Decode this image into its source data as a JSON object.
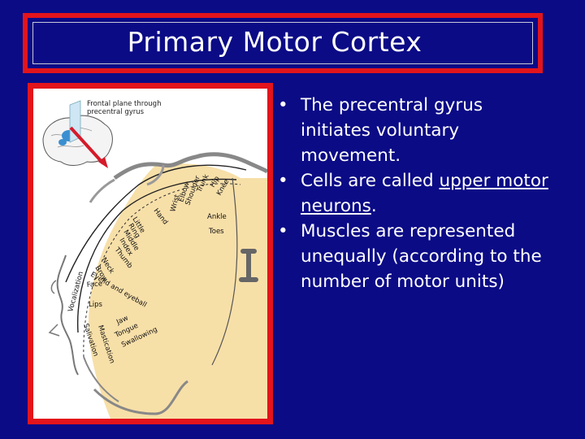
{
  "slide": {
    "title": "Primary Motor Cortex",
    "bullets": [
      {
        "parts": [
          {
            "text": "The precentral gyrus initiates voluntary movement.",
            "underline": false
          }
        ]
      },
      {
        "parts": [
          {
            "text": "Cells are called ",
            "underline": false
          },
          {
            "text": "upper motor neurons",
            "underline": true
          },
          {
            "text": ".",
            "underline": false
          }
        ]
      },
      {
        "parts": [
          {
            "text": "Muscles are represented unequally (according to the number of motor units)",
            "underline": false
          }
        ]
      }
    ],
    "bullet_glyph": "•"
  },
  "figure": {
    "caption_line1": "Frontal plane through",
    "caption_line2": "precentral gyrus",
    "labels": {
      "hip": "Hip",
      "knee": "Knee",
      "trunk": "Trunk",
      "shoulder": "Shoulder",
      "elbow": "Elbow",
      "wrist": "Wrist",
      "hand": "Hand",
      "little": "Little",
      "ring": "Ring",
      "middle": "Middle",
      "index": "Index",
      "thumb": "Thumb",
      "neck": "Neck",
      "brow": "Brow",
      "eyelid": "Eyelid and eyeball",
      "face": "Face",
      "lips": "Lips",
      "jaw": "Jaw",
      "tongue": "Tongue",
      "swallowing": "Swallowing",
      "mastication": "Mastication",
      "salivation": "Salivation",
      "vocalization": "Vocalization",
      "ankle": "Ankle",
      "toes": "Toes"
    }
  },
  "colors": {
    "background": "#0b0b86",
    "frame": "#e3141b",
    "text": "#ffffff",
    "cortex": "#f7dfa8",
    "arrow": "#d51a2a",
    "brain_blue": "#3b8fd0"
  }
}
